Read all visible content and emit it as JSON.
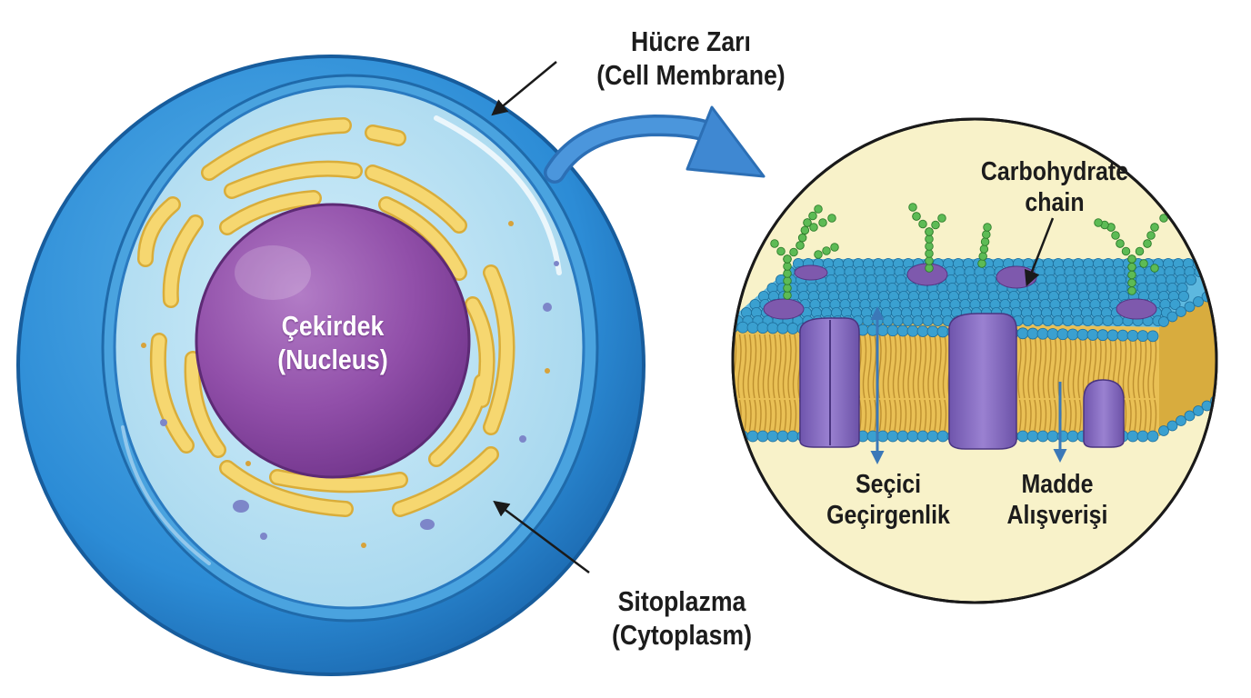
{
  "labels": {
    "membrane": {
      "line1": "Hücre Zarı",
      "line2": "(Cell Membrane)"
    },
    "nucleus": {
      "line1": "Çekirdek",
      "line2": "(Nucleus)"
    },
    "cytoplasm": {
      "line1": "Sitoplazma",
      "line2": "(Cytoplasm)"
    },
    "carbohydrate": {
      "line1": "Carbohydrate",
      "line2": "chain"
    },
    "selective": {
      "line1": "Seçici",
      "line2": "Geçirgenlik"
    },
    "exchange": {
      "line1": "Madde",
      "line2": "Alışverişi"
    }
  },
  "colors": {
    "membrane_outer": "#2f8fd8",
    "membrane_dark": "#1f6fb5",
    "cytoplasm": "#a9d9ef",
    "nucleus": "#8e4aa6",
    "organelle": "#f3cf5a",
    "phospholipid_head": "#3aa0d0",
    "tail": "#e3b545",
    "protein": "#8a6cc0",
    "carbohydrate": "#5dbb55",
    "zoom_bg": "#f8f2c9"
  }
}
